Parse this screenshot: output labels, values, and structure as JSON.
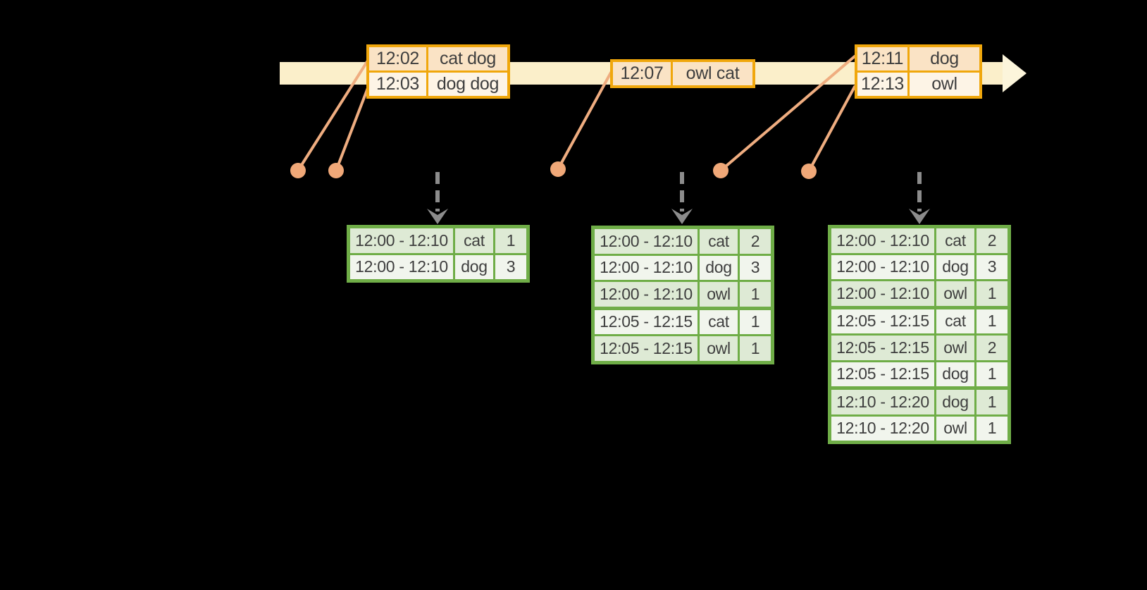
{
  "colors": {
    "background": "#000000",
    "band_fill": "#FBEFCA",
    "band_arrow_fill": "#FCF5DB",
    "event_border": "#F0A70C",
    "event_row_dark": "#FAE3C5",
    "event_row_light": "#FDF4E6",
    "connector": "#EFAD80",
    "dot_fill": "#F0A878",
    "trigger_arrow": "#8C8C8C",
    "result_border": "#6FAD47",
    "result_row_dark": "#DEEAD5",
    "result_row_light": "#F1F5ED",
    "text": "#3E3E3E"
  },
  "event_stream": {
    "tables": [
      {
        "rows": [
          {
            "time": "12:02",
            "words": "cat dog"
          },
          {
            "time": "12:03",
            "words": "dog dog"
          }
        ]
      },
      {
        "rows": [
          {
            "time": "12:07",
            "words": "owl cat"
          }
        ]
      },
      {
        "rows": [
          {
            "time": "12:11",
            "words": "dog"
          },
          {
            "time": "12:13",
            "words": "owl"
          }
        ]
      }
    ]
  },
  "result_tables": [
    {
      "rows": [
        {
          "window": "12:00 - 12:10",
          "word": "cat",
          "count": "1"
        },
        {
          "window": "12:00 - 12:10",
          "word": "dog",
          "count": "3"
        }
      ]
    },
    {
      "rows": [
        {
          "window": "12:00 - 12:10",
          "word": "cat",
          "count": "2"
        },
        {
          "window": "12:00 - 12:10",
          "word": "dog",
          "count": "3"
        },
        {
          "window": "12:00 - 12:10",
          "word": "owl",
          "count": "1"
        },
        {
          "window": "12:05 - 12:15",
          "word": "cat",
          "count": "1"
        },
        {
          "window": "12:05 - 12:15",
          "word": "owl",
          "count": "1"
        }
      ]
    },
    {
      "rows": [
        {
          "window": "12:00 - 12:10",
          "word": "cat",
          "count": "2"
        },
        {
          "window": "12:00 - 12:10",
          "word": "dog",
          "count": "3"
        },
        {
          "window": "12:00 - 12:10",
          "word": "owl",
          "count": "1"
        },
        {
          "window": "12:05 - 12:15",
          "word": "cat",
          "count": "1"
        },
        {
          "window": "12:05 - 12:15",
          "word": "owl",
          "count": "2"
        },
        {
          "window": "12:05 - 12:15",
          "word": "dog",
          "count": "1"
        },
        {
          "window": "12:10 - 12:20",
          "word": "dog",
          "count": "1"
        },
        {
          "window": "12:10 - 12:20",
          "word": "owl",
          "count": "1"
        }
      ]
    }
  ]
}
